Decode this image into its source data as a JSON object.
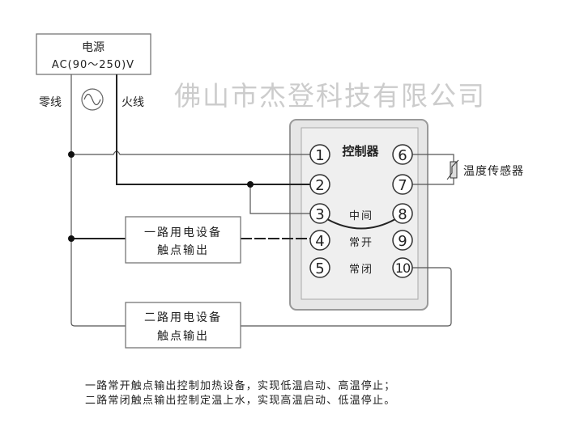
{
  "power": {
    "title": "电源",
    "voltage": "AC(90～250)V",
    "neutral_label": "零线",
    "live_label": "火线",
    "ac_symbol": "sine-wave-icon"
  },
  "controller": {
    "title": "控制器",
    "pins": [
      "1",
      "2",
      "3",
      "4",
      "5",
      "6",
      "7",
      "8",
      "9",
      "10"
    ],
    "labels": {
      "common": "中间",
      "no": "常开",
      "nc": "常闭"
    }
  },
  "sensor": {
    "label": "温度传感器"
  },
  "device1": {
    "line1": "一路用电设备",
    "line2": "触点输出"
  },
  "device2": {
    "line1": "二路用电设备",
    "line2": "触点输出"
  },
  "notes": [
    "一路常开触点输出控制加热设备，实现低温启动、高温停止；",
    "二路常闭触点输出控制定温上水，实现高温启动、低温停止。"
  ],
  "watermark": "佛山市杰登科技有限公司"
}
